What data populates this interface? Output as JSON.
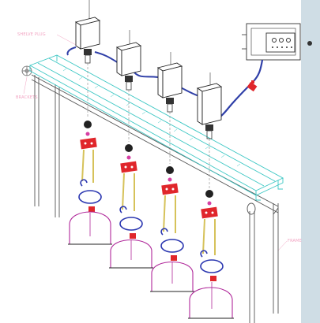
{
  "labels": {
    "plug": "SHELVE PLUG",
    "bracket": "BRACKETS",
    "frame": "FRAME"
  },
  "unit_count": 4,
  "control_box": {
    "indicator_count": 3,
    "terminal_count": 5
  },
  "colors": {
    "frame_line": "#555555",
    "rail": "#3cc7c4",
    "cable": "#2f3fa8",
    "clamp": "#e0262b",
    "tube": "#d6c25a",
    "cylinder": "#b0289a",
    "ring": "#2a36b0",
    "connector": "#e0262b",
    "label": "#f2a3c2",
    "side_panel": "#cfdde5"
  }
}
